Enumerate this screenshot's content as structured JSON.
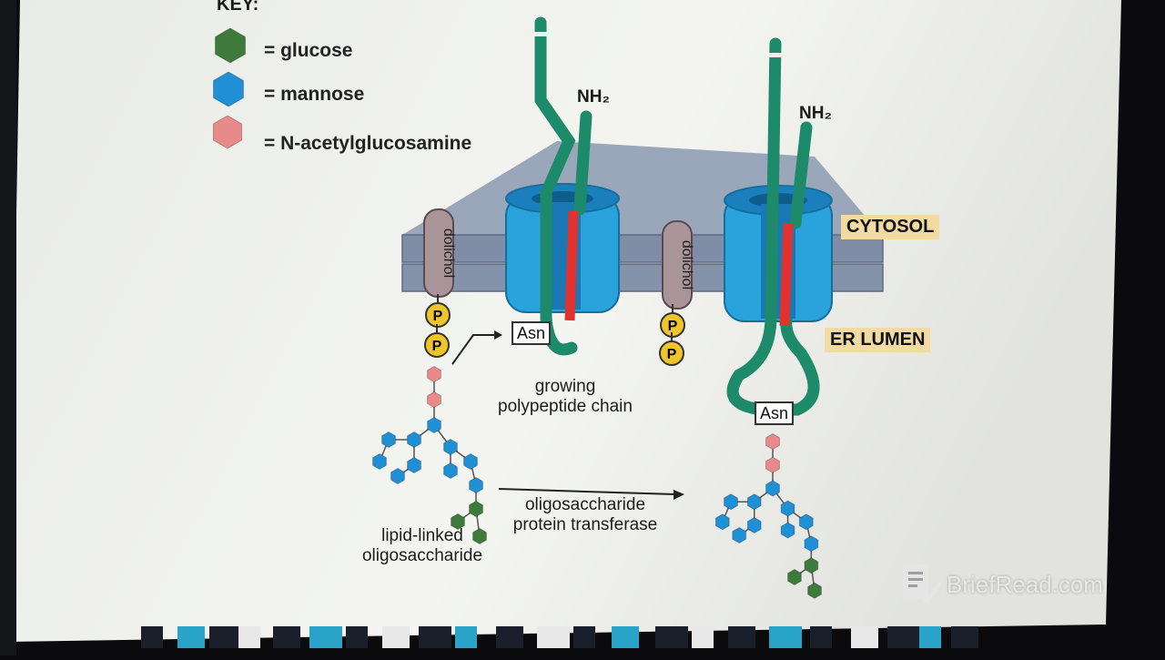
{
  "key": {
    "title": "KEY:",
    "items": [
      {
        "label": "= glucose",
        "color": "#3e7a3c"
      },
      {
        "label": "= mannose",
        "color": "#1f8fd6"
      },
      {
        "label": "= N-acetylglucosamine",
        "color": "#e98a8a"
      }
    ]
  },
  "nh2": "NH₂",
  "regions": {
    "cytosol": "CYTOSOL",
    "er_lumen": "ER LUMEN"
  },
  "dolichol": "dolichol",
  "phosphate": "P",
  "asn": "Asn",
  "captions": {
    "growing_line1": "growing",
    "growing_line2": "polypeptide chain",
    "lipid_line1": "lipid-linked",
    "lipid_line2": "oligosaccharide",
    "enzyme_line1": "oligosaccharide",
    "enzyme_line2": "protein transferase"
  },
  "watermark": "BriefRead.com",
  "colors": {
    "membrane": "#7f8ea6",
    "membrane_top": "#9aa6ba",
    "translocon": "#2aa3dc",
    "chain": "#1d8a6a",
    "signal": "#e0322e",
    "phosphate": "#f0c52a",
    "paper": "#f0f1ec"
  }
}
